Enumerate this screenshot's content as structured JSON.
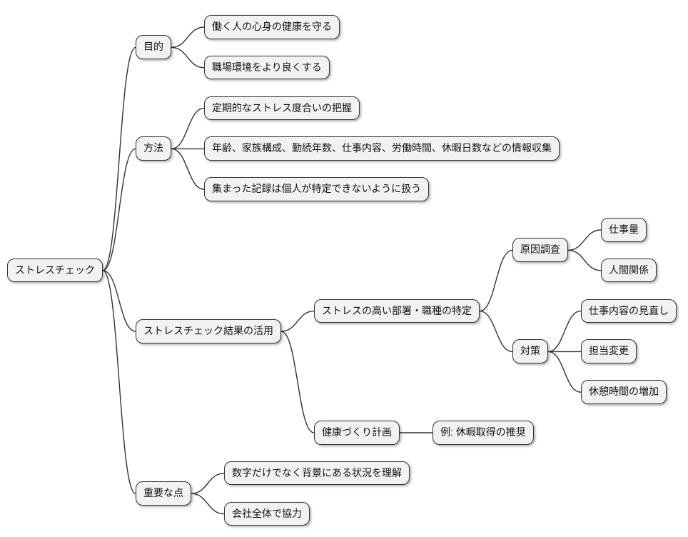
{
  "diagram": {
    "type": "mindmap",
    "style": {
      "background": "#ffffff",
      "node_fill": "#f2f2f2",
      "node_border": "#333333",
      "link_color": "#333333",
      "text_color": "#111111"
    },
    "root": {
      "label": "ストレスチェック",
      "children": [
        {
          "label": "目的",
          "children": [
            {
              "label": "働く人の心身の健康を守る"
            },
            {
              "label": "職場環境をより良くする"
            }
          ]
        },
        {
          "label": "方法",
          "children": [
            {
              "label": "定期的なストレス度合いの把握"
            },
            {
              "label": "年齢、家族構成、勤続年数、仕事内容、労働時間、休暇日数などの情報収集"
            },
            {
              "label": "集まった記録は個人が特定できないように扱う"
            }
          ]
        },
        {
          "label": "ストレスチェック結果の活用",
          "children": [
            {
              "label": "ストレスの高い部署・職種の特定",
              "children": [
                {
                  "label": "原因調査",
                  "children": [
                    {
                      "label": "仕事量"
                    },
                    {
                      "label": "人間関係"
                    }
                  ]
                },
                {
                  "label": "対策",
                  "children": [
                    {
                      "label": "仕事内容の見直し"
                    },
                    {
                      "label": "担当変更"
                    },
                    {
                      "label": "休憩時間の増加"
                    }
                  ]
                }
              ]
            },
            {
              "label": "健康づくり計画",
              "children": [
                {
                  "label": "例: 休暇取得の推奨"
                }
              ]
            }
          ]
        },
        {
          "label": "重要な点",
          "children": [
            {
              "label": "数字だけでなく背景にある状況を理解"
            },
            {
              "label": "会社全体で協力"
            }
          ]
        }
      ]
    }
  }
}
